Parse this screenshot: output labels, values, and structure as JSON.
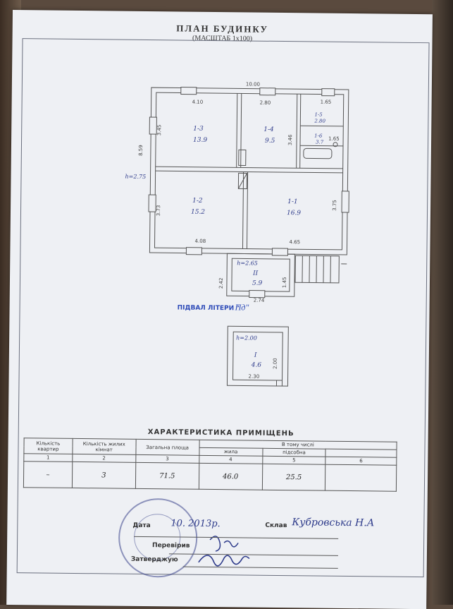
{
  "doc": {
    "title": "ПЛАН  БУДИНКУ",
    "scale": "(МАСШТАБ 1х100)"
  },
  "plan": {
    "dims": {
      "overall": "10.00",
      "top_left": "4.10",
      "top_mid": "2.80",
      "top_right": "1.65",
      "left_height": "8.59",
      "r13_side": "3.45",
      "r14_side": "3.46",
      "r12_side": "3.73",
      "r11_side": "3.75",
      "bottom_left": "4.08",
      "bottom_right": "4.65",
      "r16_side": "1.65",
      "porch_left": "2.42",
      "porch_right": "1.45",
      "porch_bottom": "2.74",
      "ceiling_main": "h=2.75",
      "ceiling_porch": "h=2.65"
    },
    "rooms": [
      {
        "id": "1-3",
        "area": "13.9"
      },
      {
        "id": "1-4",
        "area": "9.5"
      },
      {
        "id": "1-5",
        "area": "2.80"
      },
      {
        "id": "1-6",
        "area": "3.7"
      },
      {
        "id": "1-2",
        "area": "15.2"
      },
      {
        "id": "1-1",
        "area": "16.9"
      },
      {
        "id": "II",
        "area": "5.9"
      }
    ],
    "basement": {
      "label": "ПІДВАЛ ЛІТЕРИ \"",
      "value": "Пд\"",
      "ceiling": "h=2.00",
      "room_id": "I",
      "room_area": "4.6",
      "width": "2.30",
      "depth": "2.00"
    }
  },
  "table": {
    "title": "ХАРАКТЕРИСТИКА  ПРИМІЩЕНЬ",
    "headers": {
      "c1": "Кількість квартир",
      "c2": "Кількість жилих кімнат",
      "c3": "Загальна площа",
      "group": "В тому числі",
      "c4": "жила",
      "c5": "підсобна",
      "c6": ""
    },
    "nums": [
      "1",
      "2",
      "3",
      "4",
      "5",
      "6"
    ],
    "row": [
      "–",
      "3",
      "71.5",
      "46.0",
      "25.5",
      ""
    ]
  },
  "footer": {
    "date_label": "Дата",
    "date_value": "10.  2013р.",
    "compiled_label": "Склав",
    "compiled_value": "Кубровська Н.А",
    "checked_label": "Перевірив",
    "approved_label": "Затверджую"
  }
}
